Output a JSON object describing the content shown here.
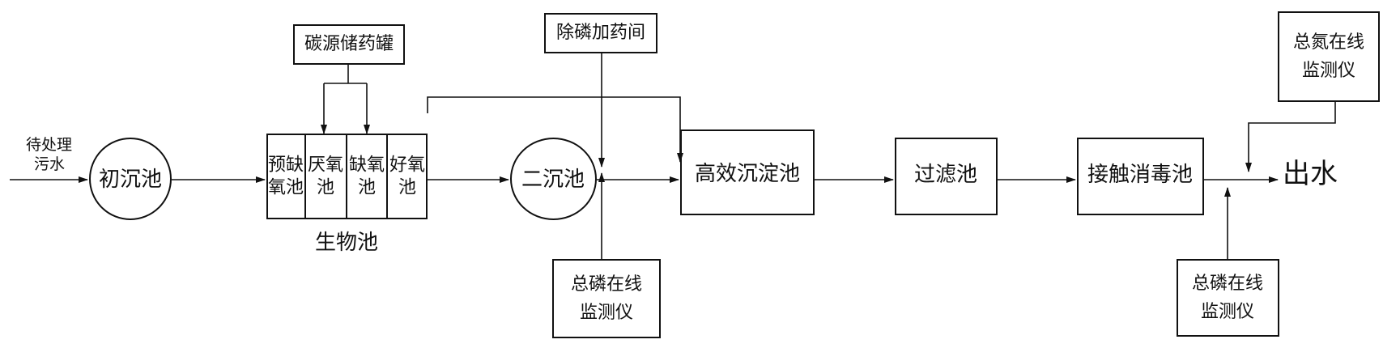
{
  "diagram": {
    "input_label_line1": "待处理",
    "input_label_line2": "污水",
    "primary_clarifier": "初沉池",
    "carbon_tank": "碳源储药罐",
    "bio_pool": {
      "label": "生物池",
      "pre_anoxic_line1": "预缺",
      "pre_anoxic_line2": "氧池",
      "anaerobic_line1": "厌氧",
      "anaerobic_line2": "池",
      "anoxic_line1": "缺氧",
      "anoxic_line2": "池",
      "aerobic_line1": "好氧",
      "aerobic_line2": "池"
    },
    "secondary_clarifier": "二沉池",
    "phosphorus_dosing": "除磷加药间",
    "tp_monitor_1_line1": "总磷在线",
    "tp_monitor_1_line2": "监测仪",
    "high_eff_sedimentation": "高效沉淀池",
    "filter_pool": "过滤池",
    "disinfection": "接触消毒池",
    "tn_monitor_line1": "总氮在线",
    "tn_monitor_line2": "监测仪",
    "tp_monitor_2_line1": "总磷在线",
    "tp_monitor_2_line2": "监测仪",
    "output_label": "出水"
  }
}
